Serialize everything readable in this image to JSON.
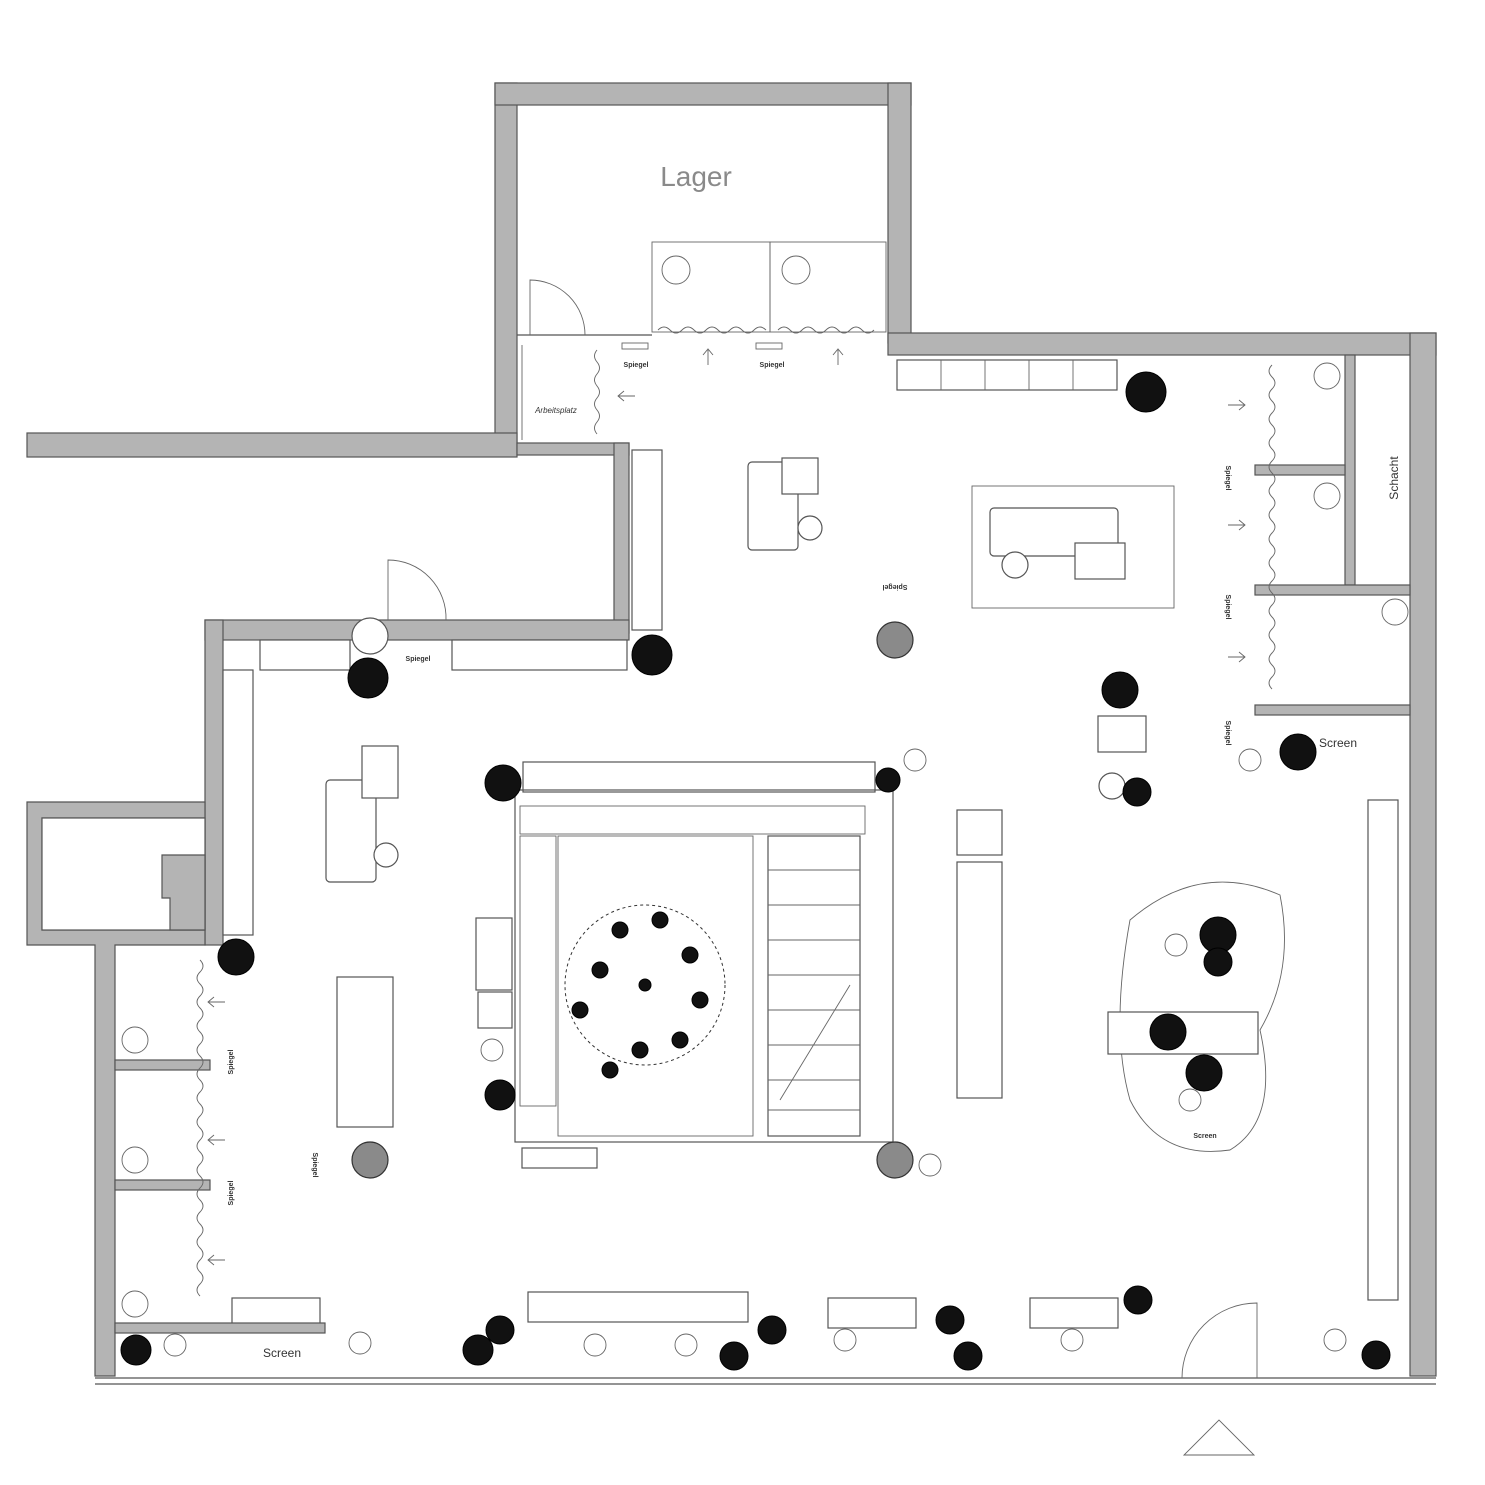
{
  "rooms": {
    "lager": "Lager",
    "schacht": "Schacht",
    "arbeitsplatz": "Arbeitsplatz"
  },
  "labels": {
    "spiegel": "Spiegel",
    "screen": "Screen"
  },
  "colors": {
    "wall_fill": "#b4b4b4",
    "line": "#555555",
    "plant": "#111111",
    "column": "#8a8a8a"
  },
  "icons": [
    "plant-icon",
    "tree-icon",
    "person-icon",
    "entrance-arrow-icon",
    "door-swing-icon",
    "direction-arrow-icon"
  ]
}
